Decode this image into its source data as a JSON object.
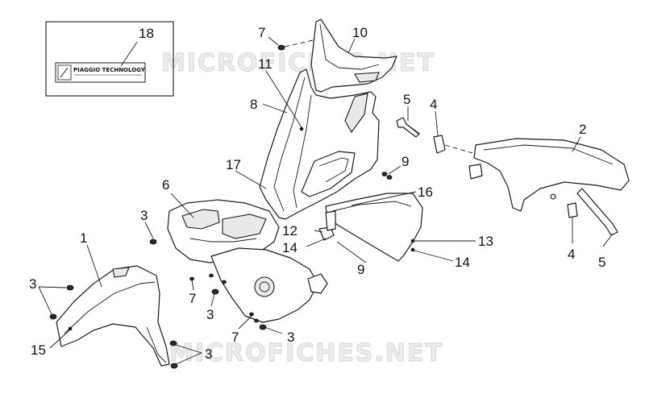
{
  "watermark_text": "MICROFICHES.NET",
  "decal_text": "PIAGGIO TECHNOLOGY",
  "callouts": {
    "c18": "18",
    "c7a": "7",
    "c10": "10",
    "c11": "11",
    "c8": "8",
    "c5a": "5",
    "c4a": "4",
    "c2": "2",
    "c9a": "9",
    "c17": "17",
    "c16": "16",
    "c6": "6",
    "c3a": "3",
    "c1": "1",
    "c12": "12",
    "c14a": "14",
    "c13": "13",
    "c14b": "14",
    "c9b": "9",
    "c4b": "4",
    "c5b": "5",
    "c3b": "3",
    "c7b": "7",
    "c3c": "3",
    "c15": "15",
    "c7c": "7",
    "c3d": "3",
    "c3e": "3"
  }
}
